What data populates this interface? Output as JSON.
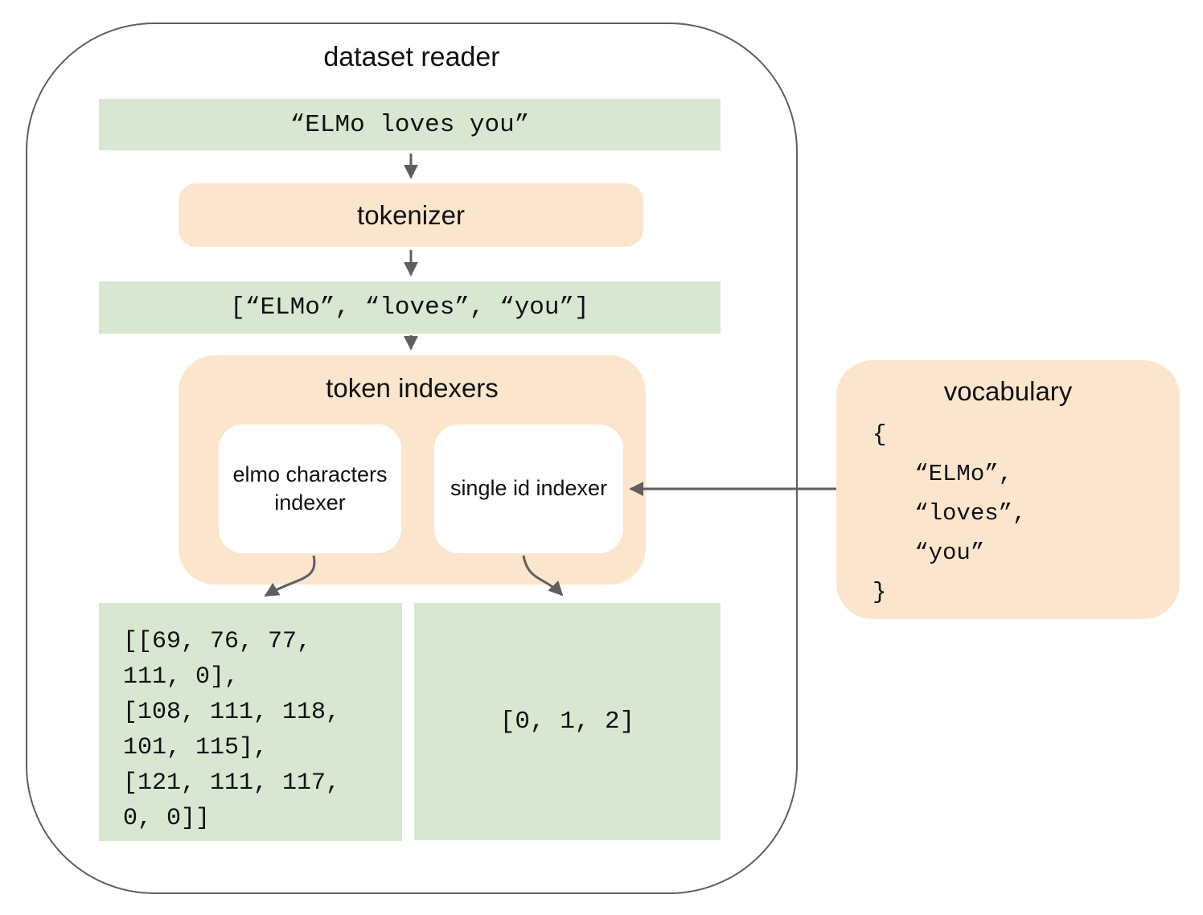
{
  "diagram": {
    "container_title": "dataset reader",
    "input_sentence": "“ELMo loves you”",
    "tokenizer_label": "tokenizer",
    "token_list": "[“ELMo”, “loves”, “you”]",
    "token_indexers_label": "token indexers",
    "elmo_indexer_label": "elmo characters indexer",
    "single_id_indexer_label": "single id indexer",
    "elmo_output_lines": [
      "[[69, 76, 77,",
      "111, 0],",
      "[108, 111, 118,",
      "101, 115],",
      "[121, 111, 117,",
      "0, 0]]"
    ],
    "single_id_output": "[0, 1, 2]",
    "vocabulary": {
      "title": "vocabulary",
      "lines": [
        "{",
        "   “ELMo”,",
        "   “loves”,",
        "   “you”",
        "}"
      ]
    }
  },
  "colors": {
    "green": "#d9e6d2",
    "orange": "#fce5cd",
    "border": "#5f5f5f",
    "arrow": "#5f5f5f",
    "text": "#111111"
  }
}
